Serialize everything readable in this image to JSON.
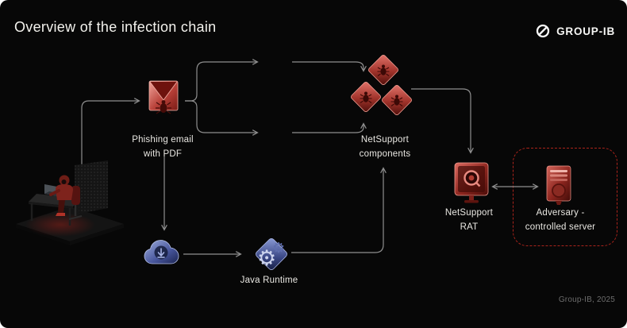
{
  "slide": {
    "title": "Overview of the infection chain",
    "brand": "GROUP-IB",
    "credit": "Group-IB, 2025"
  },
  "nodes": {
    "phishing_email": {
      "label": "Phishing email\nwith PDF",
      "icon": "envelope-bug-icon"
    },
    "netsupport_components": {
      "label": "NetSupport\ncomponents",
      "icon": "diamond-bug-icons"
    },
    "java_runtime": {
      "label": "Java Runtime",
      "icon": "gears-diamond-icon"
    },
    "downloader": {
      "icon": "cloud-download-icon"
    },
    "netsupport_rat": {
      "label": "NetSupport\nRAT",
      "icon": "monitor-rat-icon"
    },
    "adversary_server": {
      "label": "Adversary -\ncontrolled server",
      "icon": "server-icon"
    },
    "victim": {
      "icon": "hooded-person-at-desk-illustration"
    }
  },
  "edges": [
    {
      "from": "victim",
      "to": "phishing_email",
      "direction": "one-way"
    },
    {
      "from": "phishing_email",
      "to": "netsupport_components",
      "direction": "one-way",
      "route": "upper"
    },
    {
      "from": "phishing_email",
      "to": "netsupport_components",
      "direction": "one-way",
      "route": "lower"
    },
    {
      "from": "phishing_email",
      "to": "downloader",
      "direction": "one-way"
    },
    {
      "from": "downloader",
      "to": "java_runtime",
      "direction": "one-way"
    },
    {
      "from": "java_runtime",
      "to": "netsupport_components",
      "direction": "one-way"
    },
    {
      "from": "netsupport_components",
      "to": "netsupport_rat",
      "direction": "one-way"
    },
    {
      "from": "netsupport_rat",
      "to": "adversary_server",
      "direction": "two-way"
    }
  ],
  "colors": {
    "background": "#070707",
    "title-text": "#f3f2ed",
    "label-text": "#e9e7e2",
    "arrow": "#8f8f8f",
    "accent-red": "#aa231b",
    "muted-text": "#6c6c6c"
  }
}
